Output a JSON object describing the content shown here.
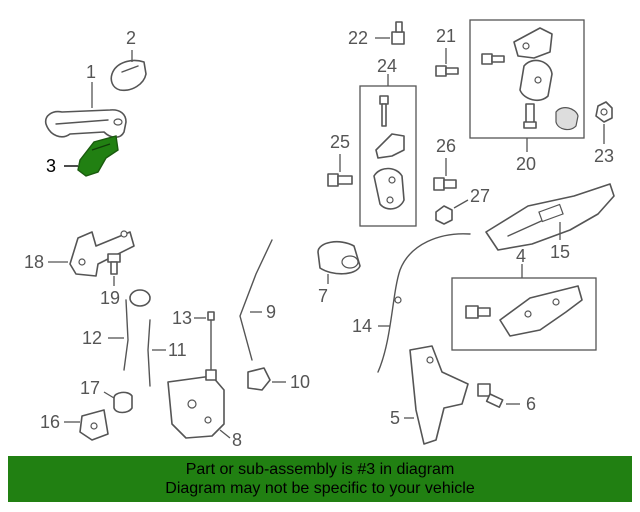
{
  "callouts": {
    "c1": "1",
    "c2": "2",
    "c3": "3",
    "c4": "4",
    "c5": "5",
    "c6": "6",
    "c7": "7",
    "c8": "8",
    "c9": "9",
    "c10": "10",
    "c11": "11",
    "c12": "12",
    "c13": "13",
    "c14": "14",
    "c15": "15",
    "c16": "16",
    "c17": "17",
    "c18": "18",
    "c19": "19",
    "c20": "20",
    "c21": "21",
    "c22": "22",
    "c23": "23",
    "c24": "24",
    "c25": "25",
    "c26": "26",
    "c27": "27"
  },
  "highlight": {
    "part_number": "3",
    "color": "#218012"
  },
  "colors": {
    "line": "#555555",
    "banner_bg": "#218012"
  },
  "banner": {
    "line1": "Part or sub-assembly is #3 in diagram",
    "line2": "Diagram may not be specific to your vehicle"
  }
}
